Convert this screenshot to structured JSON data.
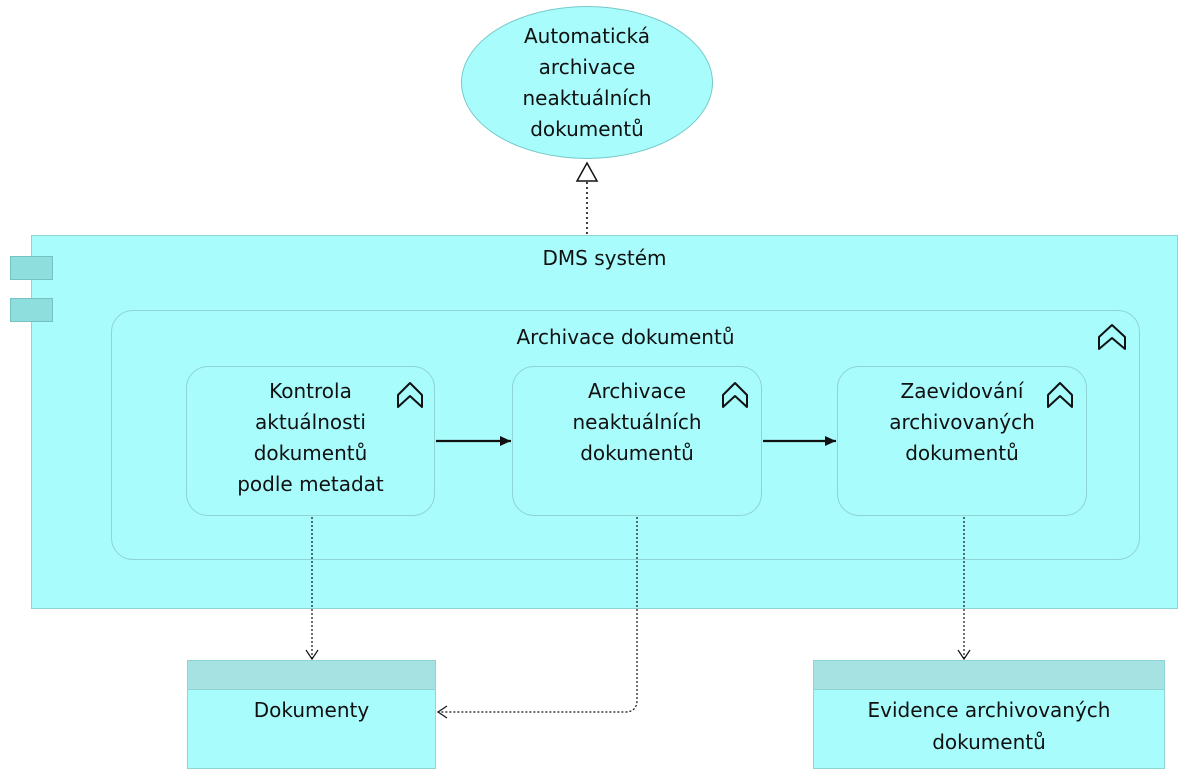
{
  "service": {
    "lines": [
      "Automatická",
      "archivace",
      "neaktuálních",
      "dokumentů"
    ]
  },
  "component": {
    "title": "DMS systém"
  },
  "process": {
    "title": "Archivace dokumentů",
    "icon": "function-chevron-icon",
    "steps": [
      {
        "lines": [
          "Kontrola",
          "aktuálnosti",
          "dokumentů",
          "podle metadat"
        ]
      },
      {
        "lines": [
          "Archivace",
          "neaktuálních",
          "dokumentů"
        ]
      },
      {
        "lines": [
          "Zaevidování",
          "archivovaných",
          "dokumentů"
        ]
      }
    ]
  },
  "objects": [
    {
      "lines": [
        "Dokumenty"
      ]
    },
    {
      "lines": [
        "Evidence archivovaných",
        "dokumentů"
      ]
    }
  ],
  "colors": {
    "fill": "#a8fcfc",
    "border": "#8fd3d3",
    "header_band": "#a7e2e2"
  }
}
